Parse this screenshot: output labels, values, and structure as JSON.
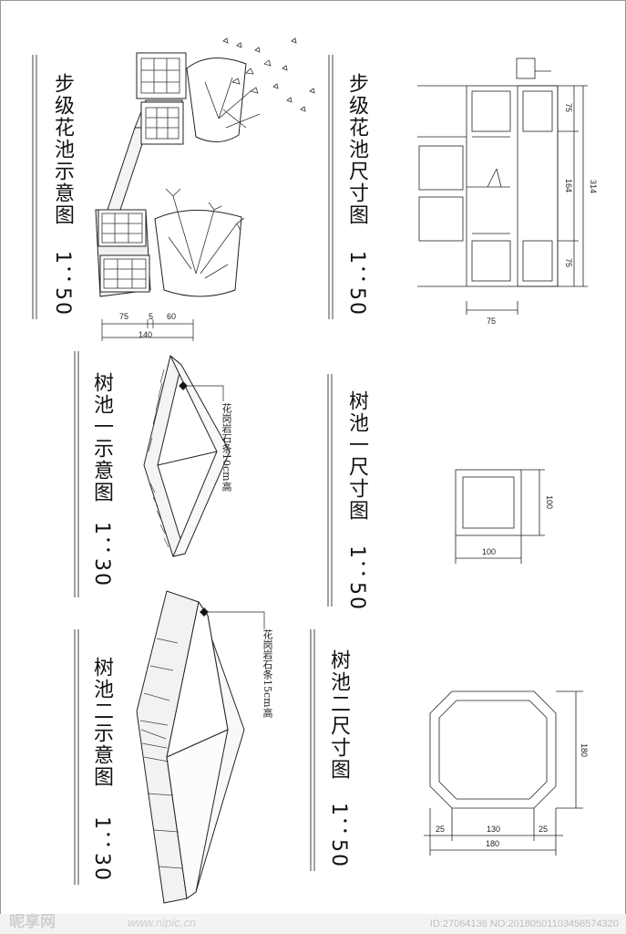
{
  "titles": {
    "planter_schematic": "步级花池示意图",
    "planter_schematic_scale": "1：50",
    "planter_dims": "步级花池尺寸图",
    "planter_dims_scale": "1：50",
    "tree_pit1_schematic": "树池一示意图",
    "tree_pit1_schematic_scale": "1：30",
    "tree_pit1_dims": "树池一尺寸图",
    "tree_pit1_dims_scale": "1：50",
    "tree_pit2_schematic": "树池二示意图",
    "tree_pit2_schematic_scale": "1：30",
    "tree_pit2_dims": "树池二尺寸图",
    "tree_pit2_dims_scale": "1：50"
  },
  "notes": {
    "granite_10": "花岗岩石条10cm高",
    "granite_15": "花岗岩石条15cm高"
  },
  "dims": {
    "p_75": "75",
    "p_5": "5",
    "p_60": "60",
    "p_140": "140",
    "s_75_top": "75",
    "s_164": "164",
    "s_75_bot": "75",
    "s_314": "314",
    "s_75_w": "75",
    "t1_100_w": "100",
    "t1_100_h": "100",
    "t2_180_h": "180",
    "t2_25_l": "25",
    "t2_130": "130",
    "t2_25_r": "25",
    "t2_180_w": "180"
  },
  "watermark": {
    "logo": "昵享网",
    "site": "www.nipic.cn",
    "id": "ID:27064136 NO:20180501103456574320"
  }
}
